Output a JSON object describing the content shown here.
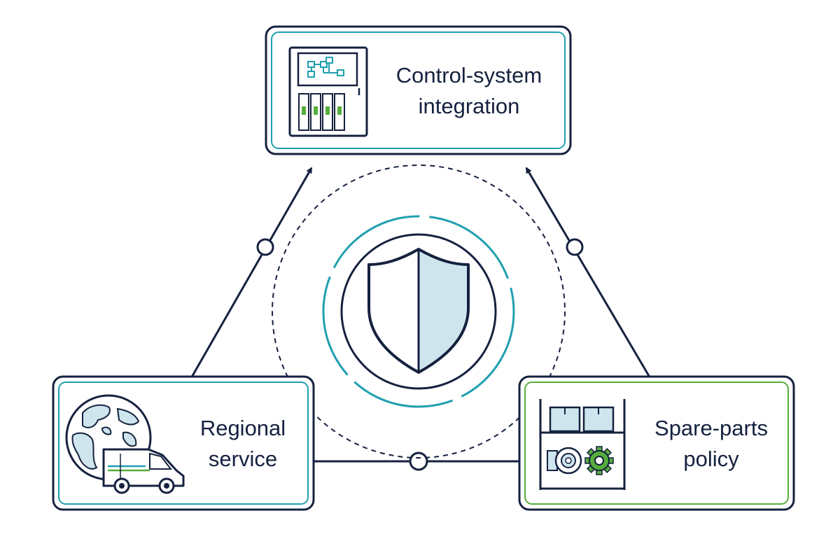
{
  "nodes": {
    "control": {
      "line1": "Control-system",
      "line2": "integration",
      "icon": "control-cabinet-icon"
    },
    "regional": {
      "line1": "Regional",
      "line2": "service",
      "icon": "globe-van-icon"
    },
    "spare": {
      "line1": "Spare-parts",
      "line2": "policy",
      "icon": "parts-shelf-icon"
    }
  },
  "center": {
    "icon": "shield-icon"
  },
  "colors": {
    "navy": "#15213f",
    "teal": "#1f9fb0",
    "green": "#56ad3c",
    "light_blue": "#cfe5ee",
    "white": "#ffffff"
  }
}
